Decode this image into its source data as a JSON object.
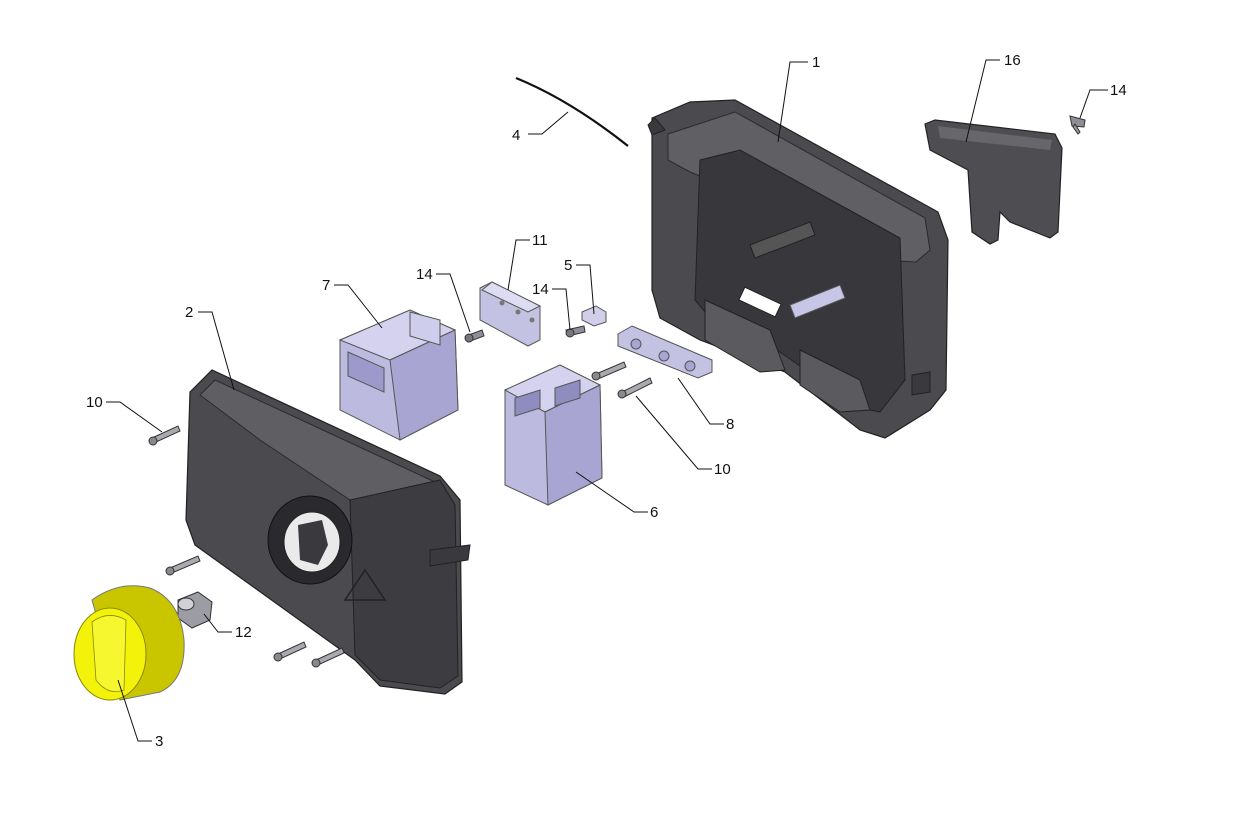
{
  "callouts": [
    {
      "id": "c1",
      "text": "1"
    },
    {
      "id": "c16",
      "text": "16"
    },
    {
      "id": "c14a",
      "text": "14"
    },
    {
      "id": "c4",
      "text": "4"
    },
    {
      "id": "c11",
      "text": "11"
    },
    {
      "id": "c5",
      "text": "5"
    },
    {
      "id": "c14b",
      "text": "14"
    },
    {
      "id": "c14c",
      "text": "14"
    },
    {
      "id": "c7",
      "text": "7"
    },
    {
      "id": "c2",
      "text": "2"
    },
    {
      "id": "c10a",
      "text": "10"
    },
    {
      "id": "c8",
      "text": "8"
    },
    {
      "id": "c10b",
      "text": "10"
    },
    {
      "id": "c6",
      "text": "6"
    },
    {
      "id": "c12",
      "text": "12"
    },
    {
      "id": "c3",
      "text": "3"
    }
  ],
  "colors": {
    "housing": "#4a4a4f",
    "housing_light": "#6b6b70",
    "housing_dark": "#2f2f33",
    "component": "#b9b6dc",
    "component_dark": "#8f8cbf",
    "knob": "#f2f20a",
    "knob_dark": "#c9c600",
    "screw": "#a9a9b0",
    "leader": "#111111"
  }
}
